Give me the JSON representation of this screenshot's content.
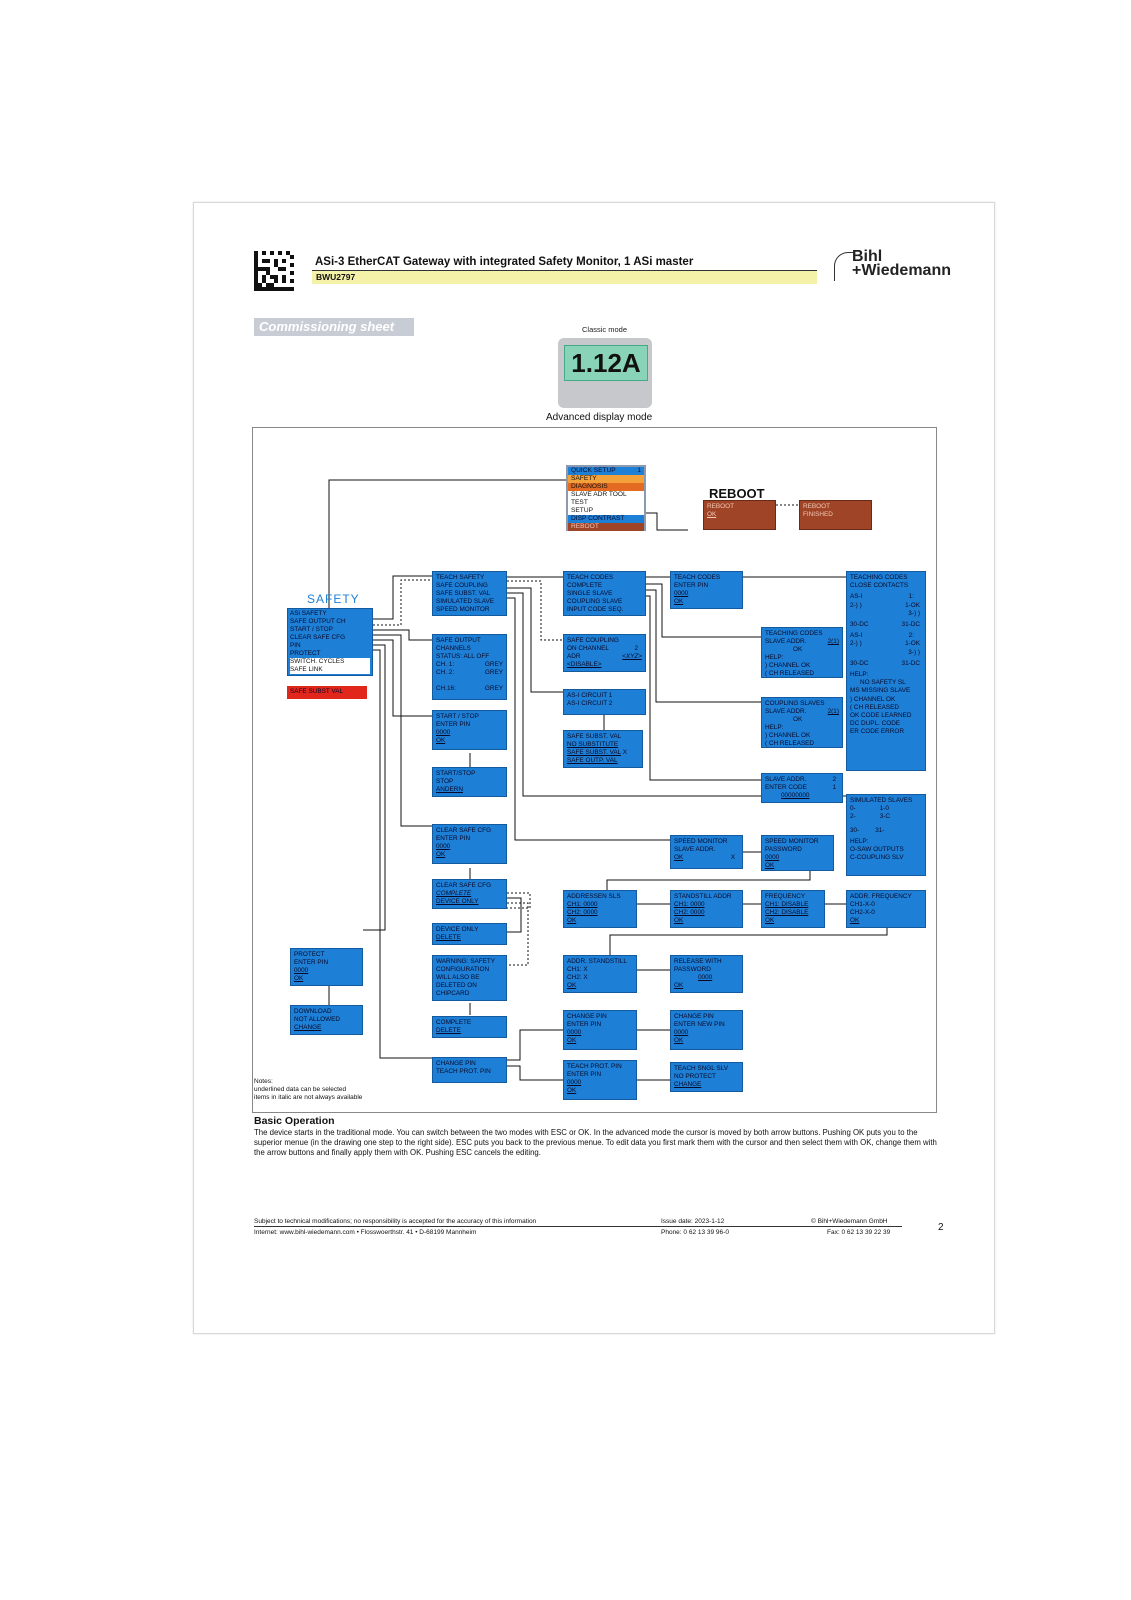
{
  "header": {
    "title": "ASi-3 EtherCAT Gateway with integrated Safety Monitor, 1 ASi master",
    "part_no": "BWU2797",
    "logo_line1": "Bihl",
    "logo_line2": "+Wiedemann"
  },
  "banner": "Commissioning sheet",
  "classic_mode_label": "Classic mode",
  "display_value": "1.12A",
  "advanced_mode_label": "Advanced display mode",
  "quick_menu": [
    "QUICK SETUP",
    "1",
    "SAFETY",
    "DIAGNOSIS",
    "SLAVE ADR TOOL",
    "TEST",
    "SETUP",
    "DISP CONTRAST",
    "REBOOT"
  ],
  "reboot": {
    "title": "REBOOT",
    "box1": [
      "REBOOT",
      "OK"
    ],
    "box2": [
      "REBOOT",
      "FINISHED"
    ]
  },
  "safety": {
    "title": "SAFETY",
    "menu": [
      "ASi SAFETY",
      "SAFE OUTPUT CH",
      "START / STOP",
      "CLEAR SAFE CFG",
      "PIN",
      "PROTECT",
      "SWITCH. CYCLES",
      "SAFE LINK"
    ],
    "red_item": "SAFE SUBST VAL"
  },
  "boxes": {
    "teach_menu": [
      "TEACH SAFETY",
      "SAFE COUPLING",
      "SAFE SUBST. VAL",
      "SIMULATED SLAVE",
      "SPEED MONITOR"
    ],
    "teach_codes_menu": [
      "TEACH CODES",
      "COMPLETE",
      "SINGLE SLAVE",
      "COUPLING SLAVE",
      "INPUT CODE SEQ."
    ],
    "teach_codes_pin": [
      "TEACH CODES",
      "ENTER PIN",
      "0000",
      "OK"
    ],
    "teaching_codes_close": [
      "TEACHING CODES",
      "CLOSE CONTACTS",
      "AS-I",
      "1:",
      "2-) )",
      "1-OK",
      "3-) )",
      "30-DC",
      "31-DC",
      "AS-I",
      "2:",
      "2-) )",
      "1-OK",
      "3-) )",
      "30-DC",
      "31-DC",
      "HELP:",
      "NO SAFETY SL",
      "MS  MISSING SLAVE",
      ")  CHANNEL OK",
      "( CH RELEASED",
      "OK CODE LEARNED",
      "DC DUPL. CODE",
      "ER  CODE ERROR"
    ],
    "safe_output": [
      "SAFE OUTPUT",
      "CHANNELS",
      "STATUS: ALL OFF",
      "CH. 1:",
      "GREY",
      "CH. 2:",
      "GREY",
      "CH.16:",
      "GREY"
    ],
    "safe_coupling": [
      "SAFE COUPLING",
      "ON CHANNEL",
      "2",
      "ADR",
      "<XYZ>",
      "<DISABLE>"
    ],
    "teaching_codes_slave": [
      "TEACHING CODES",
      "SLAVE ADDR.",
      "2(1)",
      "OK",
      "HELP:",
      ") CHANNEL OK",
      "( CH RELEASED"
    ],
    "circuit": [
      "AS-I CIRCUIT 1",
      "AS-I CIRCUIT 2"
    ],
    "coupling_slaves": [
      "COUPLING SLAVES",
      "SLAVE ADDR.",
      "2(1)",
      "OK",
      "HELP:",
      ") CHANNEL OK",
      "( CH RELEASED"
    ],
    "safe_subst": [
      "SAFE SUBST. VAL",
      "NO SUBSTITUTE",
      "SAFE SUBST. VAL",
      "X",
      "SAFE OUTP. VAL"
    ],
    "start_stop_pin": [
      "START / STOP",
      "ENTER PIN",
      "0000",
      "OK"
    ],
    "start_stop_change": [
      "START/STOP",
      "STOP",
      "ÄNDERN"
    ],
    "slave_addr_code": [
      "SLAVE ADDR.",
      "2",
      "ENTER CODE",
      "1",
      "00000000"
    ],
    "simulated_slaves": [
      "SIMULATED SLAVES",
      "0-",
      "1-0",
      "2-",
      "3-C",
      "30-",
      "31-",
      "HELP:",
      "O-SAW OUTPUTS",
      "C-COUPLING SLV"
    ],
    "clear_safe_pin": [
      "CLEAR SAFE CFG",
      "ENTER PIN",
      "0000",
      "OK"
    ],
    "speed_monitor_slave": [
      "SPEED MONITOR",
      "SLAVE ADDR.",
      "OK",
      "X"
    ],
    "speed_monitor_pw": [
      "SPEED MONITOR",
      "PASSWORD",
      "0000",
      "OK"
    ],
    "clear_safe_complete": [
      "CLEAR SAFE CFG",
      "COMPLETE",
      "DEVICE ONLY"
    ],
    "addressen": [
      "ADDRESSEN SLS",
      "CH1: 0000",
      "CH2: 0000",
      "OK"
    ],
    "standstill": [
      "STANDSTILL ADDR",
      "CH1: 0000",
      "CH2: 0000",
      "OK"
    ],
    "frequency": [
      "FREQUENCY",
      "CH1: DISABLE",
      "CH2: DISABLE",
      "OK"
    ],
    "addr_freq": [
      "ADDR. FREQUENCY",
      "CH1-X-0",
      "CH2-X-0",
      "OK"
    ],
    "device_only": [
      "DEVICE ONLY",
      "DELETE"
    ],
    "protect_pin": [
      "PROTECT",
      "ENTER PIN",
      "0000",
      "OK"
    ],
    "warning": [
      "WARNING: SAFETY",
      "CONFIGURATION",
      "WILL ALSO BE",
      "DELETED ON",
      "CHIPCARD"
    ],
    "addr_standstill": [
      "ADDR. STANDSTILL",
      "CH1: X",
      "CH2: X",
      "OK"
    ],
    "release": [
      "RELEASE WITH",
      "PASSWORD",
      "0000",
      "OK"
    ],
    "download": [
      "DOWNLOAD",
      "NOT ALLOWED",
      "CHANGE"
    ],
    "complete_delete": [
      "COMPLETE",
      "DELETE"
    ],
    "change_pin": [
      "CHANGE PIN",
      "ENTER PIN",
      "0000",
      "OK"
    ],
    "change_pin_new": [
      "CHANGE PIN",
      "ENTER NEW PIN",
      "0000",
      "OK"
    ],
    "change_pin_menu": [
      "CHANGE PIN",
      "TEACH PROT. PIN"
    ],
    "teach_prot_pin": [
      "TEACH PROT. PIN",
      "ENTER PIN",
      "0000",
      "OK"
    ],
    "teach_sngl": [
      "TEACH SNGL SLV",
      "NO PROTECT",
      "CHANGE"
    ]
  },
  "notes": [
    "Notes:",
    "underlined data can be selected",
    "items in italic are not always available"
  ],
  "basic_operation": {
    "title": "Basic Operation",
    "text": "The device starts in the traditional mode. You can switch between the two modes with ESC or OK. In the advanced mode the cursor is moved by both arrow buttons. Pushing OK puts you to the superior menue (in the drawing one step to the right side). ESC puts you back to the previous menue. To edit data you first mark them with the cursor and then select them with OK, change them with the arrow buttons and finally apply them with OK. Pushing ESC cancels the editing."
  },
  "footer": {
    "disclaimer": "Subject to technical modifications; no responsibility is accepted for the accuracy of this information",
    "internet": "Internet: www.bihl-wiedemann.com  •  Flosswoerthstr. 41  •  D-68199 Mannheim",
    "issue": "Issue date: 2023-1-12",
    "phone": "Phone: 0 62 13 39 96-0",
    "copyright": "© Bihl+Wiedemann GmbH",
    "fax": "Fax: 0 62 13 39 22 39",
    "page": "2"
  },
  "colors": {
    "box_blue": "#1e7fd6",
    "reboot_brown": "#a04428",
    "alert_red": "#e1261b",
    "lcd_green": "#89d4b8",
    "part_yellow": "#f4f2a8"
  }
}
